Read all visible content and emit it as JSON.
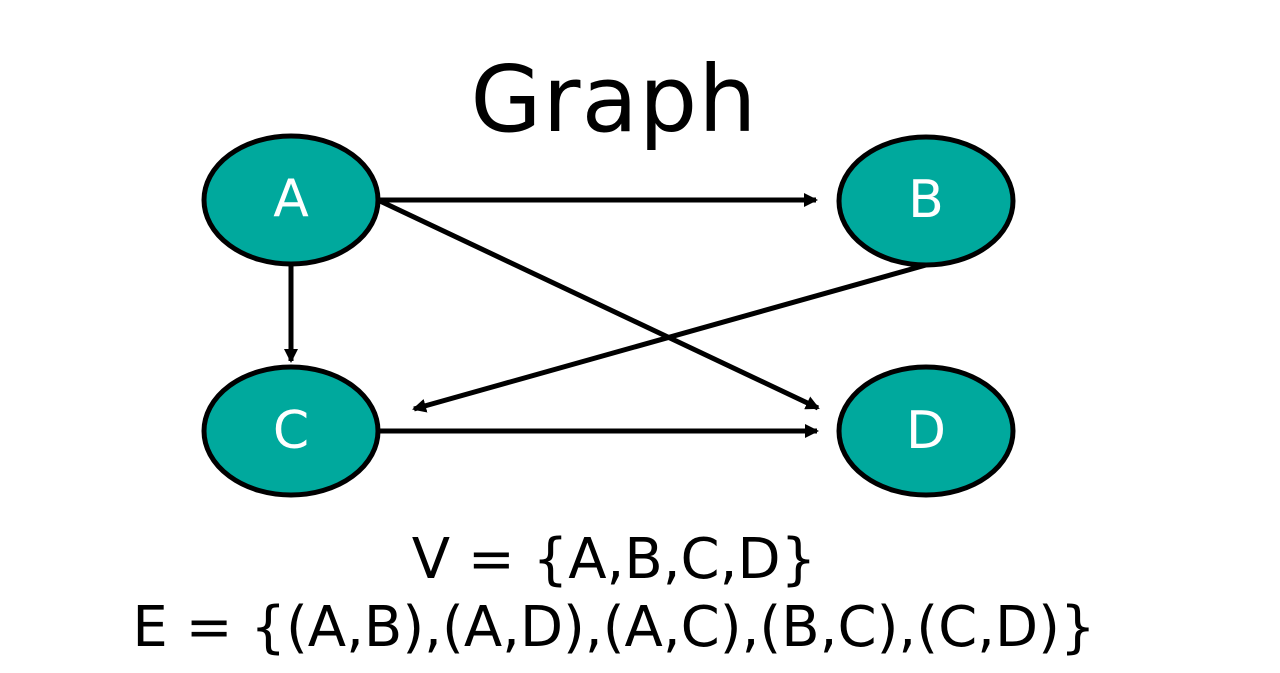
{
  "title": "Graph",
  "colors": {
    "node_fill": "#00a99d",
    "node_stroke": "#000000",
    "edge": "#000000",
    "label": "#ffffff"
  },
  "nodes": [
    {
      "id": "A",
      "label": "A"
    },
    {
      "id": "B",
      "label": "B"
    },
    {
      "id": "C",
      "label": "C"
    },
    {
      "id": "D",
      "label": "D"
    }
  ],
  "edges": [
    {
      "from": "A",
      "to": "B"
    },
    {
      "from": "A",
      "to": "D"
    },
    {
      "from": "A",
      "to": "C"
    },
    {
      "from": "B",
      "to": "C"
    },
    {
      "from": "C",
      "to": "D"
    }
  ],
  "formulas": {
    "vertices": "V = {A,B,C,D}",
    "edges": "E = {(A,B),(A,D),(A,C),(B,C),(C,D)}"
  }
}
